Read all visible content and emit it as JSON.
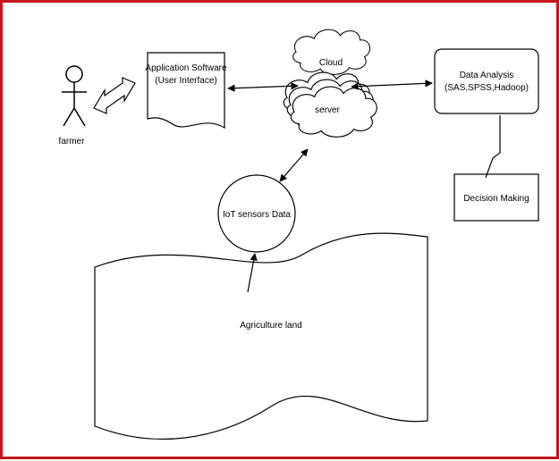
{
  "diagram": {
    "actor": {
      "label": "farmer"
    },
    "app_software": {
      "line1": "Application Software",
      "line2": "(User Interface)"
    },
    "cloud": {
      "label": "Cloud"
    },
    "server": {
      "label": "server"
    },
    "data_analysis": {
      "line1": "Data Analysis",
      "line2": "(SAS,SPSS,Hadoop)"
    },
    "decision": {
      "label": "Decision Making"
    },
    "iot": {
      "label": "IoT sensors Data"
    },
    "land": {
      "label": "Agriculture land"
    }
  },
  "colors": {
    "frame": "#c4161c",
    "stroke": "#000000",
    "background": "#ffffff"
  }
}
